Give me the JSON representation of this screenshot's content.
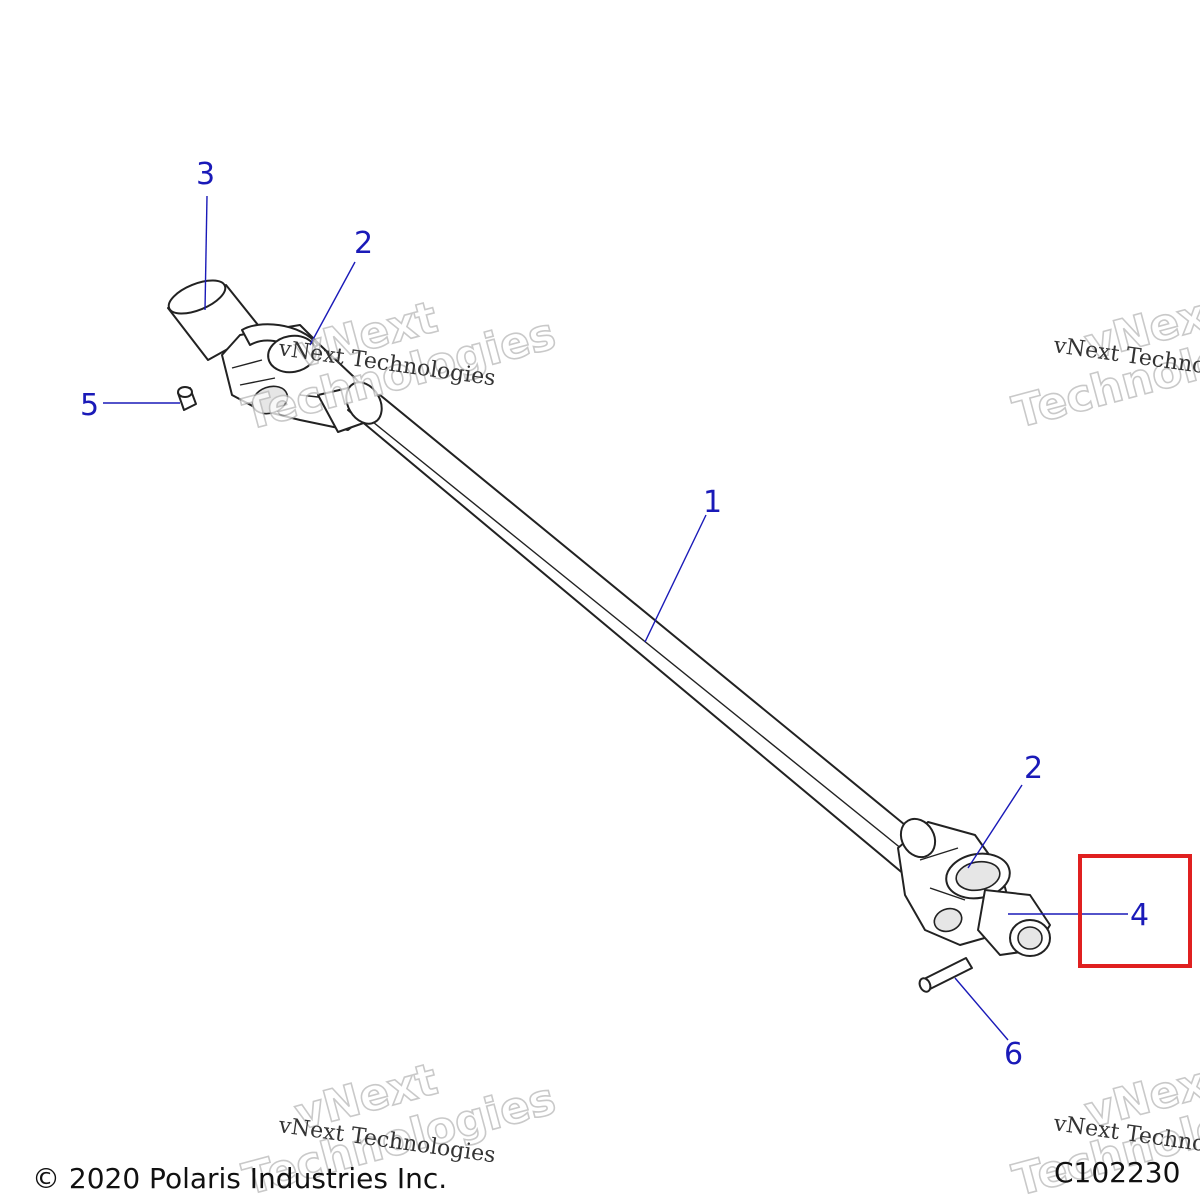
{
  "callouts": {
    "c1": "1",
    "c2_top": "2",
    "c2_bottom": "2",
    "c3": "3",
    "c4": "4",
    "c5": "5",
    "c6": "6"
  },
  "watermark": {
    "line_small": "vNext Technologies",
    "line_big_1": "vNext",
    "line_big_2": "Technologies",
    "edge_small": "vNext Technolo",
    "edge_big_1": "vNext",
    "edge_big_2": "Technolo"
  },
  "footer": {
    "copyright": "© 2020 Polaris Industries Inc.",
    "figure_code": "C102230"
  },
  "colors": {
    "callout": "#1a1ab8",
    "highlight_box": "#e02020"
  }
}
